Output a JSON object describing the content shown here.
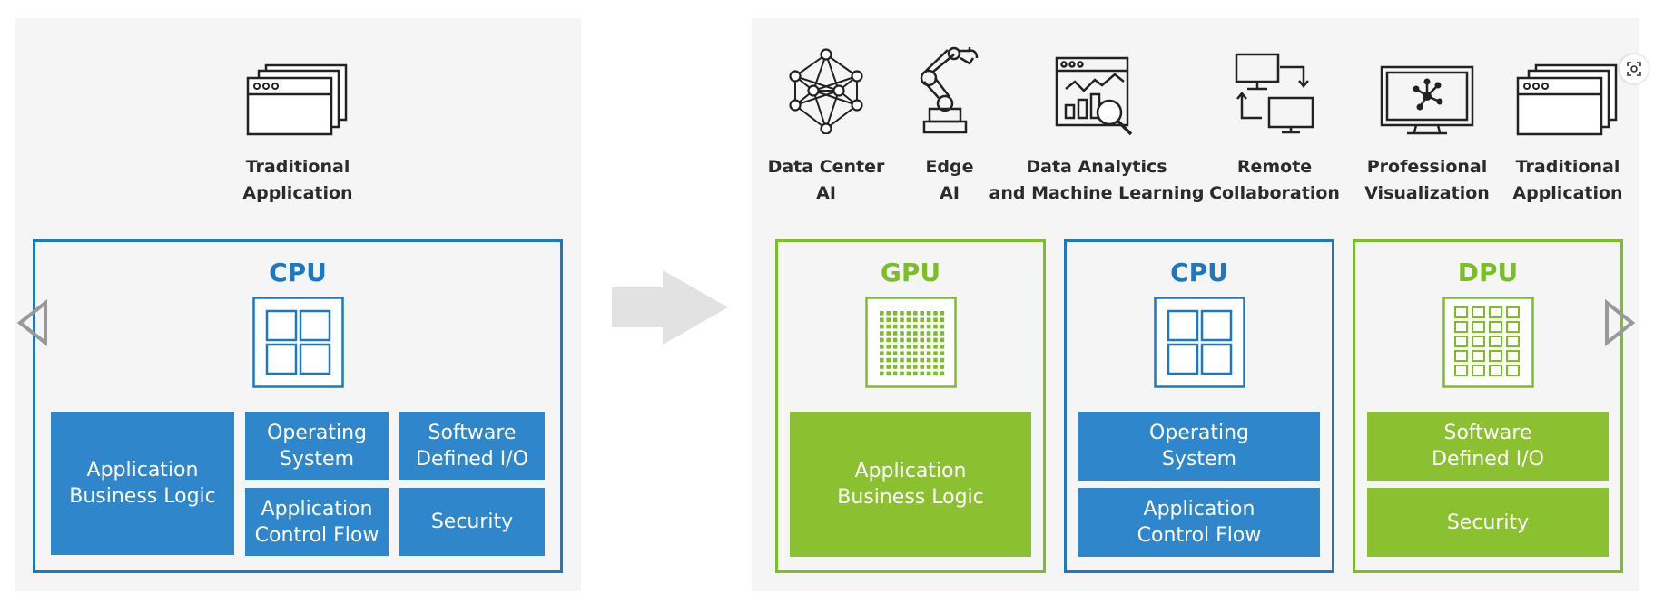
{
  "colors": {
    "blue": "#1b78c2",
    "block_blue": "#2f86cb",
    "green": "#7ebd2a",
    "block_green": "#8bc030",
    "panel": "#f5f5f5"
  },
  "left": {
    "app_label": "Traditional\nApplication",
    "cpu": {
      "title": "CPU",
      "blocks": {
        "business_logic": "Application\nBusiness Logic",
        "os": "Operating\nSystem",
        "sdio": "Software\nDefined I/O",
        "control_flow": "Application\nControl Flow",
        "security": "Security"
      }
    }
  },
  "right": {
    "apps": [
      {
        "label": "Data Center\nAI",
        "icon": "neural-network-icon"
      },
      {
        "label": "Edge\nAI",
        "icon": "robot-arm-icon"
      },
      {
        "label": "Data  Analytics\nand Machine Learning",
        "icon": "analytics-icon"
      },
      {
        "label": "Remote\nCollaboration",
        "icon": "remote-collaboration-icon"
      },
      {
        "label": "Professional\nVisualization",
        "icon": "visualization-monitor-icon"
      },
      {
        "label": "Traditional\nApplication",
        "icon": "app-windows-icon"
      }
    ],
    "gpu": {
      "title": "GPU",
      "blocks": {
        "business_logic": "Application\nBusiness Logic"
      }
    },
    "cpu": {
      "title": "CPU",
      "blocks": {
        "os": "Operating\nSystem",
        "control_flow": "Application\nControl Flow"
      }
    },
    "dpu": {
      "title": "DPU",
      "blocks": {
        "sdio": "Software\nDefined I/O",
        "security": "Security"
      }
    }
  }
}
